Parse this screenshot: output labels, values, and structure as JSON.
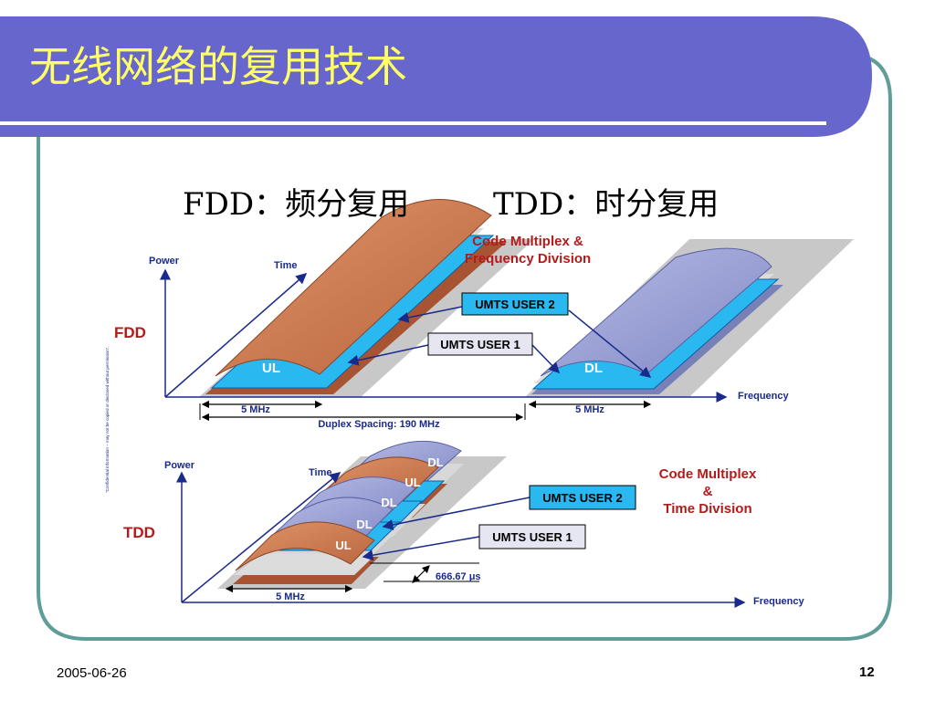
{
  "slide": {
    "title": "无线网络的复用技术",
    "subtitle_fdd": "FDD：频分复用",
    "subtitle_tdd": "TDD：时分复用",
    "date": "2005-06-26",
    "page_number": "12"
  },
  "colors": {
    "header_bg": "#6666cc",
    "title_text": "#ffff66",
    "frame_border": "#5f9e98",
    "ul_carrier": "#c8764c",
    "dl_carrier": "#9a9ed0",
    "user_box": "#29b8ef",
    "label_red": "#b31b1b",
    "arrow_blue": "#1a2a8a"
  },
  "fdd": {
    "mode_label": "FDD",
    "power_label": "Power",
    "time_label": "Time",
    "frequency_label": "Frequency",
    "title_line1": "Code Multiplex &",
    "title_line2": "Frequency Division",
    "user2": "UMTS USER 2",
    "user1": "UMTS USER 1",
    "ul": "UL",
    "dl": "DL",
    "bw_left": "5 MHz",
    "bw_right": "5 MHz",
    "duplex": "Duplex Spacing: 190 MHz"
  },
  "tdd": {
    "mode_label": "TDD",
    "power_label": "Power",
    "time_label": "Time",
    "frequency_label": "Frequency",
    "title_line1": "Code Multiplex",
    "title_line2": "&",
    "title_line3": "Time Division",
    "user2": "UMTS USER 2",
    "user1": "UMTS USER 1",
    "slots": [
      "UL",
      "DL",
      "DL",
      "UL",
      "DL"
    ],
    "slot_time": "666.67 μs",
    "bw": "5 MHz"
  },
  "side_note": "\"Confidential information – may not be copied or disclosed without permission\"."
}
